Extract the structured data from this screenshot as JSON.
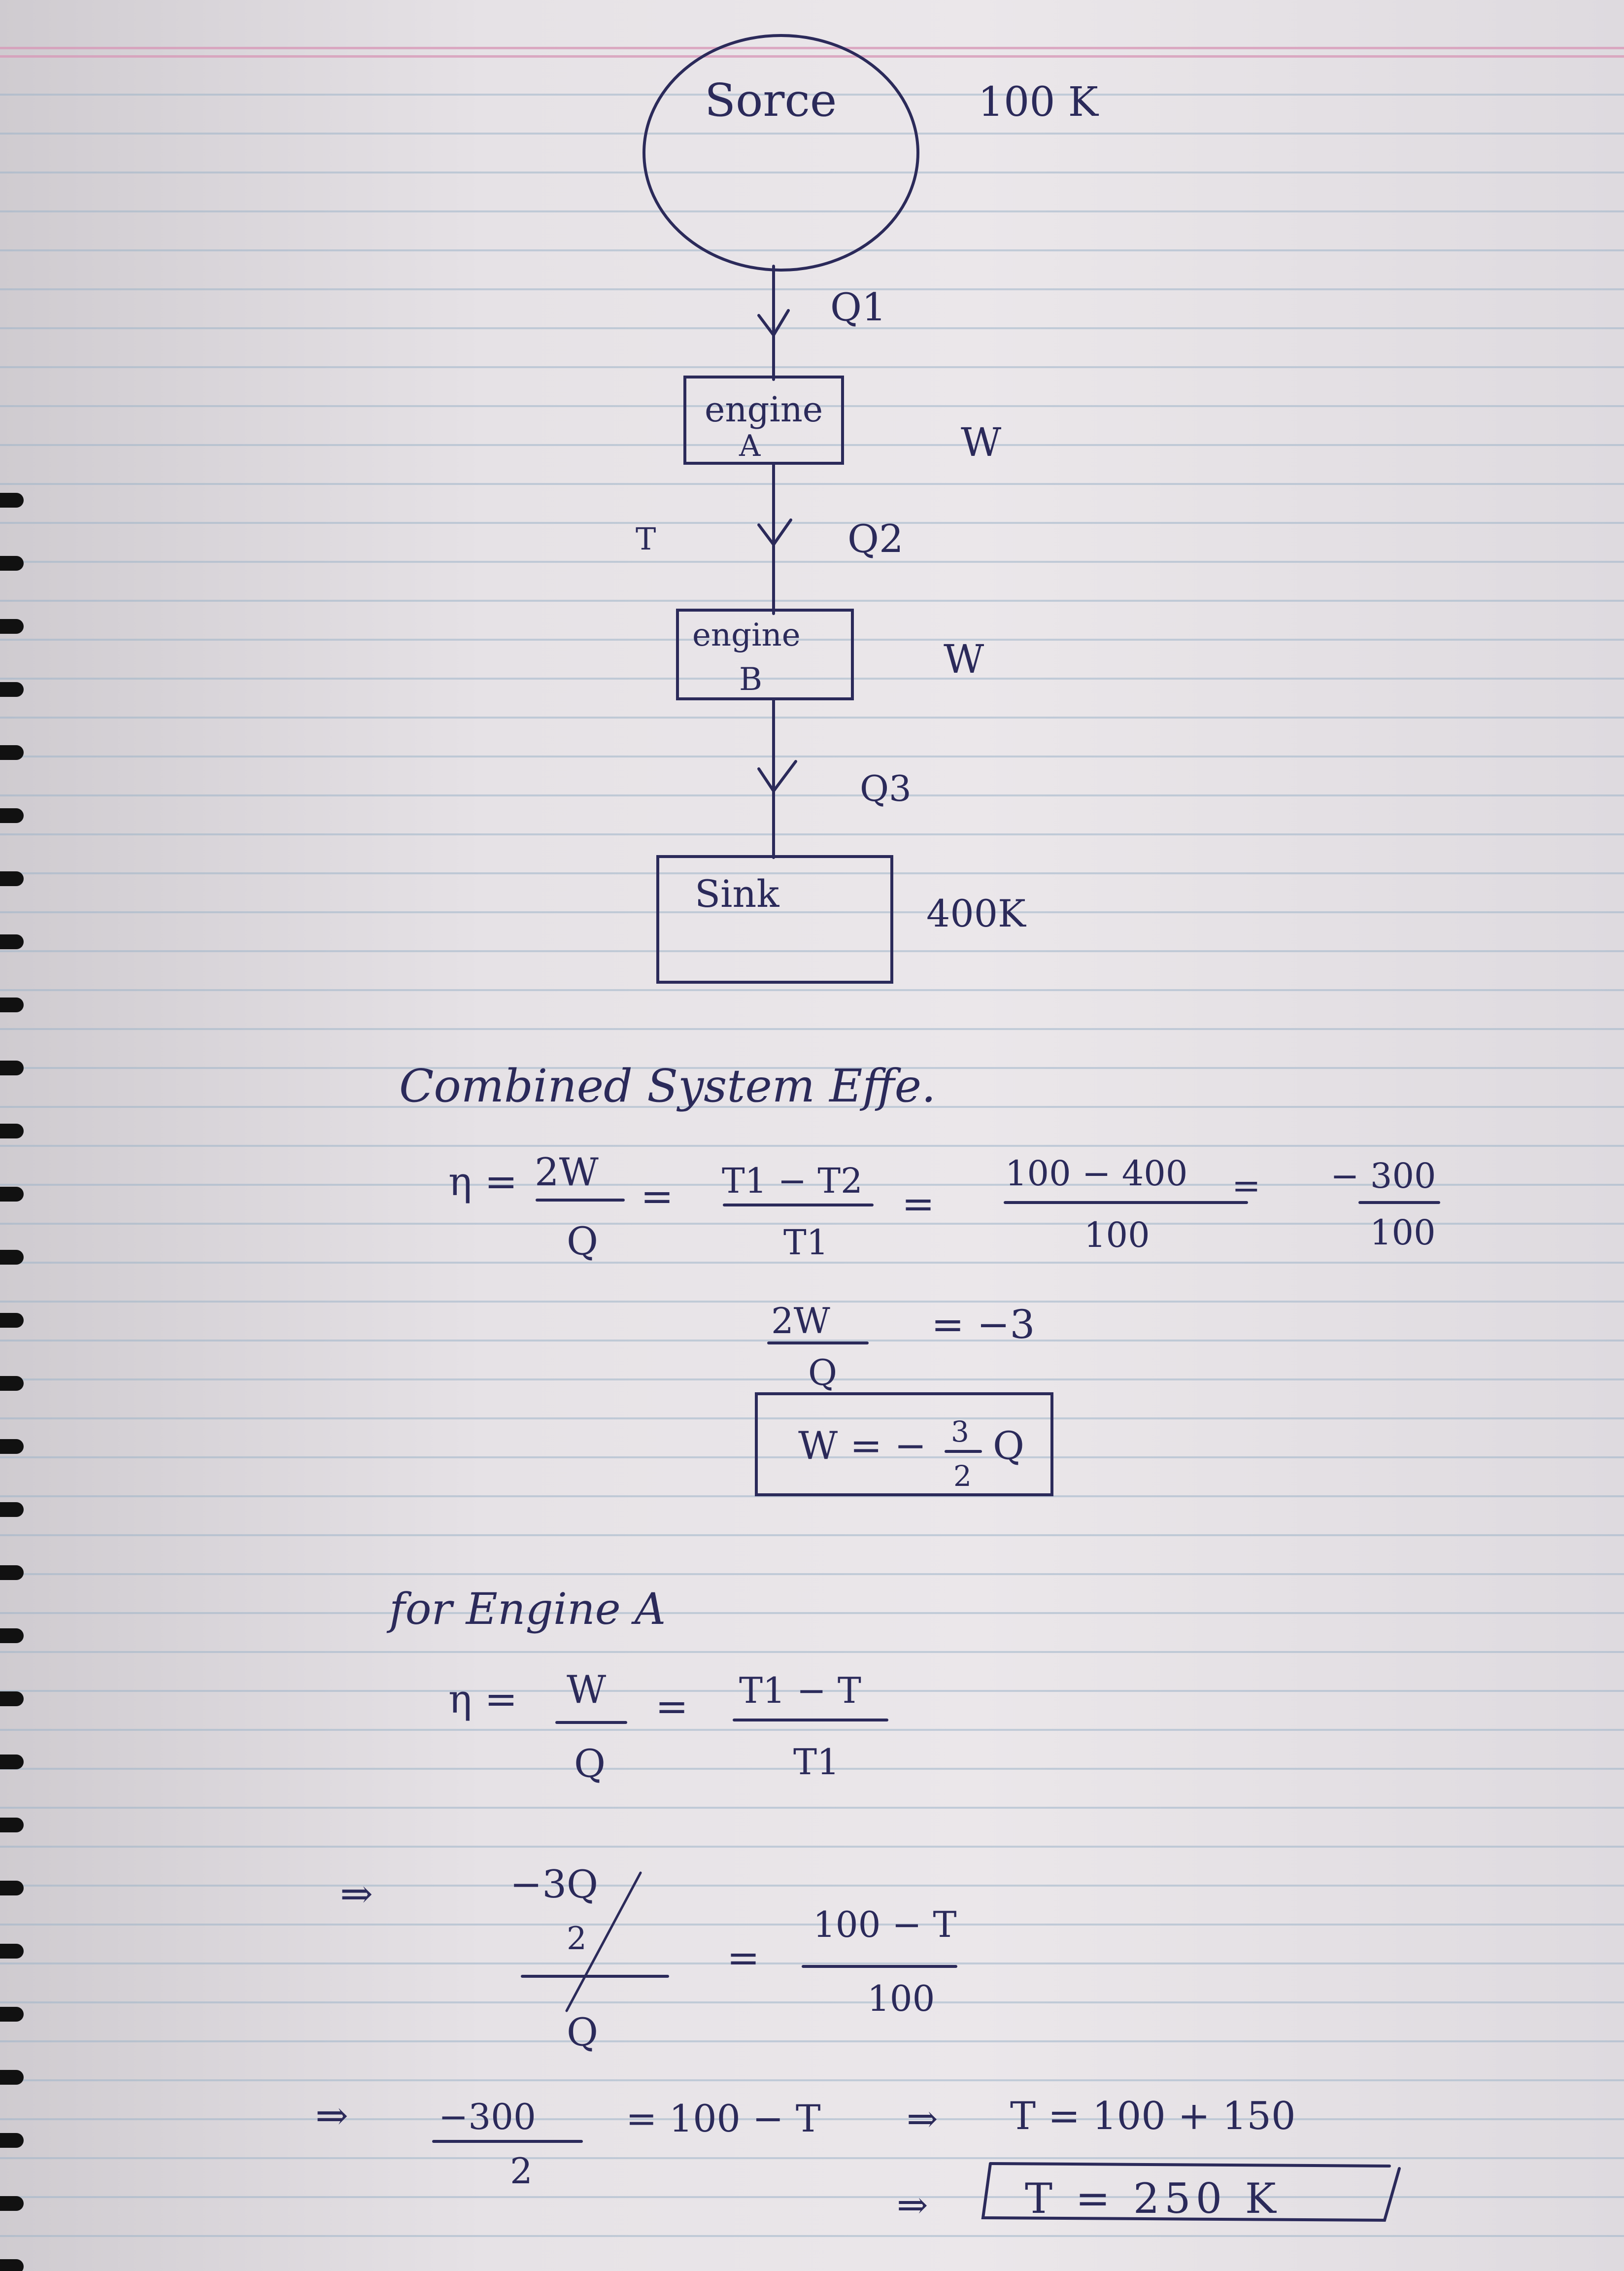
{
  "diagram": {
    "source_label": "Sorce",
    "source_temp": "100 K",
    "q1": "Q1",
    "engine_a": [
      "engine",
      "A"
    ],
    "w_a": "W",
    "t_mark": "T",
    "q2": "Q2",
    "engine_b": [
      "engine",
      "B"
    ],
    "w_b": "W",
    "q3": "Q3",
    "sink_label": "Sink",
    "sink_temp": "400K"
  },
  "solution": {
    "heading1": "Combined System Effe.",
    "eq1": {
      "lhs": "η =",
      "f1n": "2W",
      "f1d": "Q",
      "eq": "=",
      "f2n": "T1 − T2",
      "f2d": "T1",
      "eq2": "=",
      "f3n": "100 − 400",
      "f3d": "100",
      "eq3": "=",
      "f4n": "− 300",
      "f4d": "100"
    },
    "eq2": {
      "fn": "2W",
      "fd": "Q",
      "rhs": "= −3"
    },
    "boxed1": {
      "lhs": "W = −",
      "fn": "3",
      "fd": "2",
      "q": "Q"
    },
    "heading2": "for Engine A",
    "eq3": {
      "lhs": "η =",
      "fn": "W",
      "fd": "Q",
      "eq": "=",
      "f2n": "T1 − T",
      "f2d": "T1"
    },
    "eq4": {
      "arrow": "⇒",
      "num": "−3Q",
      "num2": "2",
      "den": "Q",
      "eq": "=",
      "fn": "100 − T",
      "fd": "100"
    },
    "eq5": {
      "arrow": "⇒",
      "fn": "−300",
      "fd": "2",
      "rest": "= 100 − T",
      "arrow2": "⇒",
      "res": "T = 100 + 150"
    },
    "final": {
      "arrow": "⇒",
      "text": "T = 250 K"
    }
  }
}
